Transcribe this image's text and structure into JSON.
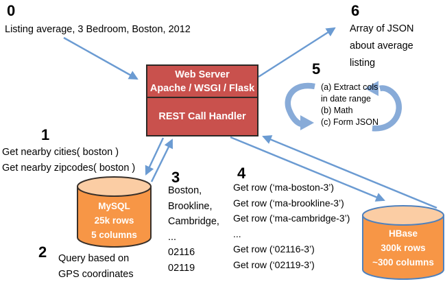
{
  "diagram": {
    "step0": {
      "num": "0",
      "text": "Listing average, 3 Bedroom, Boston, 2012"
    },
    "step1": {
      "num": "1",
      "line1": "Get nearby cities( boston )",
      "line2": "Get nearby zipcodes( boston )"
    },
    "step2": {
      "num": "2",
      "line1": "Query based on",
      "line2": "GPS coordinates"
    },
    "step3": {
      "num": "3",
      "lines": [
        "Boston,",
        "Brookline,",
        "Cambridge,",
        "...",
        "02116",
        "02119"
      ]
    },
    "step4": {
      "num": "4",
      "lines": [
        "Get row (‘ma-boston-3’)",
        "Get row (‘ma-brookline-3’)",
        "Get row (‘ma-cambridge-3’)",
        "...",
        "Get row (‘02116-3’)",
        "Get row (‘02119-3’)"
      ]
    },
    "step5": {
      "num": "5",
      "lines": [
        "(a) Extract cols",
        "in date range",
        "(b) Math",
        "(c) Form JSON"
      ]
    },
    "step6": {
      "num": "6",
      "lines": [
        "Array of JSON",
        "about average",
        "listing"
      ]
    },
    "server": {
      "line1": "Web Server",
      "line2": "Apache / WSGI / Flask",
      "handler": "REST Call Handler"
    },
    "mysql": {
      "name": "MySQL",
      "rows": "25k rows",
      "cols": "5 columns"
    },
    "hbase": {
      "name": "HBase",
      "rows": "300k rows",
      "cols": "~300 columns"
    },
    "colors": {
      "server_fill": "#c9514d",
      "server_border": "#2b2825",
      "db_fill": "#f79646",
      "db_top_fill": "#fbcda4",
      "mysql_border": "#38302a",
      "hbase_border": "#4f81bd",
      "arrow_blue": "#6b9bd2",
      "cycle_arrow_blue": "#88abd8"
    }
  }
}
